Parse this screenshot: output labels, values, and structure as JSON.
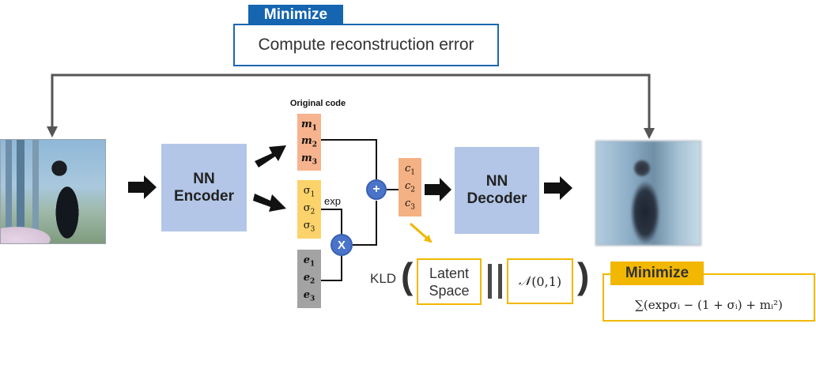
{
  "recon": {
    "tag": "Minimize",
    "text": "Compute reconstruction error"
  },
  "encoder": {
    "line1": "NN",
    "line2": "Encoder"
  },
  "decoder": {
    "line1": "NN",
    "line2": "Decoder"
  },
  "original_code_label": "Original code",
  "exp_label": "exp",
  "mean_vector": [
    {
      "sym": "m",
      "sub": "1"
    },
    {
      "sym": "m",
      "sub": "2"
    },
    {
      "sym": "m",
      "sub": "3"
    }
  ],
  "sigma_vector": [
    {
      "sym": "σ",
      "sub": "1"
    },
    {
      "sym": "σ",
      "sub": "2"
    },
    {
      "sym": "σ",
      "sub": "3"
    }
  ],
  "noise_vector": [
    {
      "sym": "e",
      "sub": "1"
    },
    {
      "sym": "e",
      "sub": "2"
    },
    {
      "sym": "e",
      "sub": "3"
    }
  ],
  "code_vector": [
    {
      "sym": "c",
      "sub": "1"
    },
    {
      "sym": "c",
      "sub": "2"
    },
    {
      "sym": "c",
      "sub": "3"
    }
  ],
  "operators": {
    "plus": "+",
    "times": "X"
  },
  "kld": {
    "label": "KLD",
    "open_paren": "(",
    "close_paren": ")",
    "latent_line1": "Latent",
    "latent_line2": "Space",
    "normal_symbol": "𝒩",
    "normal_args": "(0,1)"
  },
  "kl_minimize": {
    "tag": "Minimize",
    "formula": "∑(expσᵢ − (1 + σᵢ) + mᵢ²)"
  },
  "colors": {
    "encoder_decoder": "#b3c6e7",
    "mean": "#f7b38d",
    "sigma": "#fbd36a",
    "noise": "#a3a3a3",
    "code": "#f4b183",
    "operator": "#4a74c9",
    "recon_accent": "#1565b0",
    "kl_accent": "#f2b700"
  }
}
